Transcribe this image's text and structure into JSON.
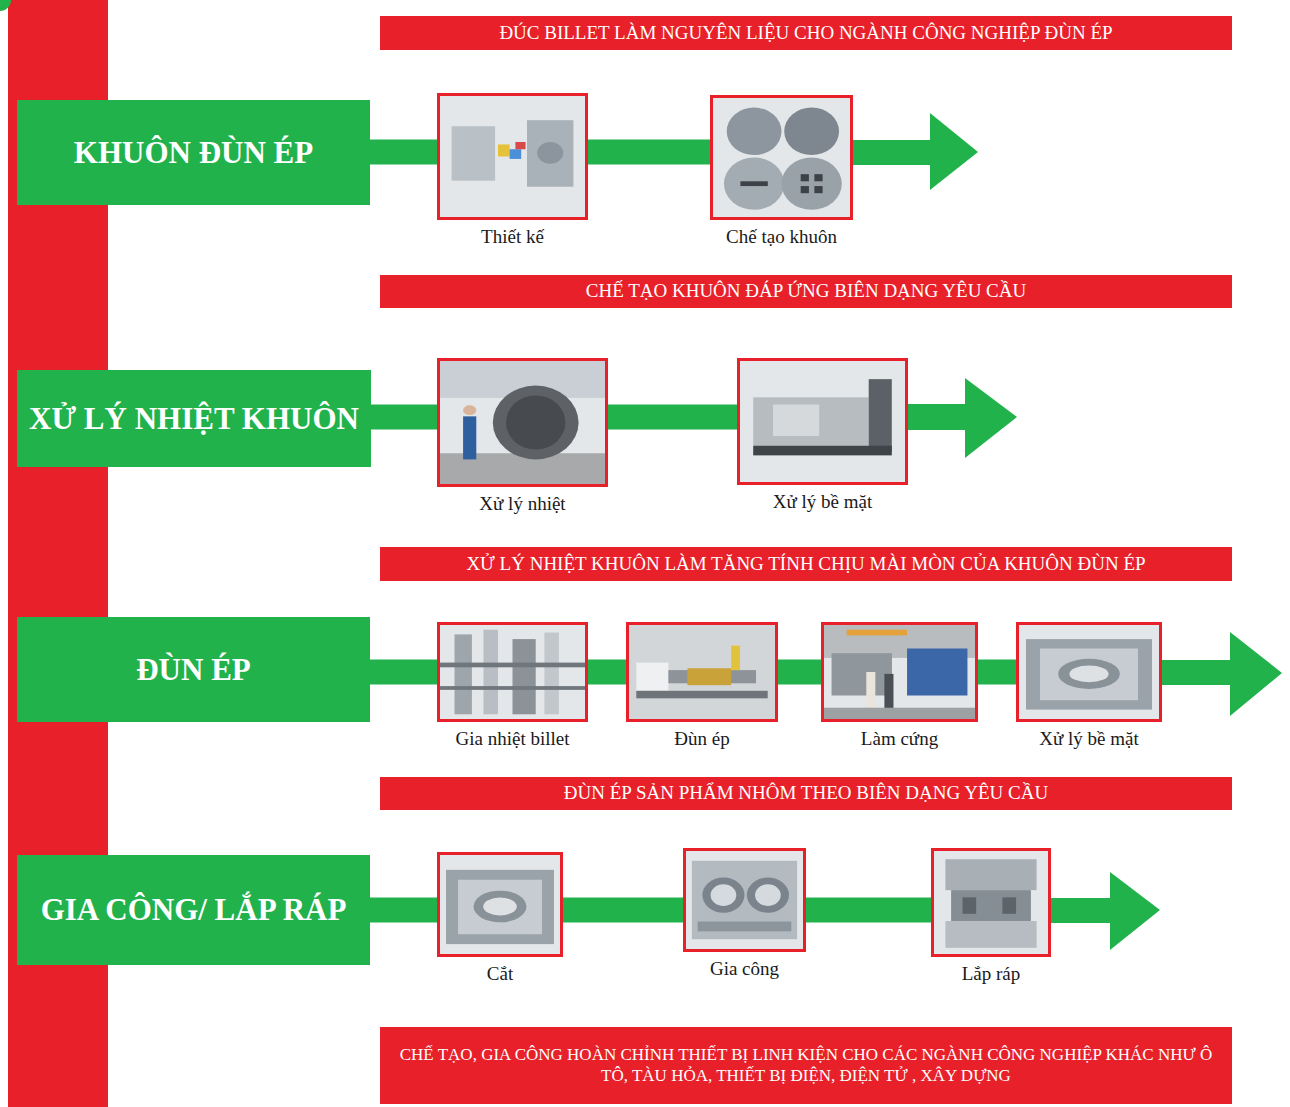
{
  "diagram": {
    "nodes": [
      {
        "text": [
          "ĐÚC BILLET LÀM NGUYÊN LIỆU CHO NGÀNH CÔNG NGHIỆP ĐÙN ÉP"
        ]
      },
      {
        "text": [
          "KHUÔN ĐÙN ÉP"
        ]
      },
      {
        "text": [
          "Thiết kế"
        ]
      },
      {
        "text": [
          "Chế tạo khuôn"
        ]
      },
      {
        "text": [
          "CHẾ TẠO KHUÔN ĐÁP ỨNG BIÊN DẠNG YÊU CẦU"
        ]
      },
      {
        "text": [
          "XỬ LÝ NHIỆT KHUÔN"
        ]
      },
      {
        "text": [
          "Xử lý nhiệt"
        ]
      },
      {
        "text": [
          "Xử lý bề mặt"
        ]
      },
      {
        "text": [
          "XỬ LÝ NHIỆT KHUÔN LÀM TĂNG TÍNH CHỊU MÀI MÒN CỦA KHUÔN ĐÙN ÉP"
        ]
      },
      {
        "text": [
          "ĐÙN ÉP"
        ]
      },
      {
        "text": [
          "Gia nhiệt billet"
        ]
      },
      {
        "text": [
          "Đùn ép"
        ]
      },
      {
        "text": [
          "Làm cứng"
        ]
      },
      {
        "text": [
          "Xử lý bề mặt"
        ]
      },
      {
        "text": [
          "ĐÙN ÉP SẢN PHẨM NHÔM THEO BIÊN DẠNG YÊU CẦU"
        ]
      },
      {
        "text": [
          "GIA CÔNG/ LẮP RÁP"
        ]
      },
      {
        "text": [
          "Cắt"
        ]
      },
      {
        "text": [
          "Gia công"
        ]
      },
      {
        "text": [
          "Lắp ráp"
        ]
      },
      {
        "text": [
          "CHẾ TẠO, GIA CÔNG HOÀN CHỈNH THIẾT BỊ LINH KIỆN CHO CÁC NGÀNH CÔNG NGHIỆP KHÁC NHƯ Ô TÔ, TÀU HỎA, THIẾT BỊ ĐIỆN, ĐIỆN TỬ , XÂY DỰNG"
        ]
      }
    ],
    "edges": [
      {
        "from": 1,
        "to": 2,
        "arrow": "none"
      },
      {
        "from": 2,
        "to": 3,
        "arrow": "none"
      },
      {
        "from": 5,
        "to": 6,
        "arrow": "none"
      },
      {
        "from": 6,
        "to": 7,
        "arrow": "none"
      },
      {
        "from": 9,
        "to": 10,
        "arrow": "none"
      },
      {
        "from": 10,
        "to": 11,
        "arrow": "none"
      },
      {
        "from": 11,
        "to": 12,
        "arrow": "none"
      },
      {
        "from": 12,
        "to": 13,
        "arrow": "none"
      },
      {
        "from": 15,
        "to": 16,
        "arrow": "none"
      },
      {
        "from": 16,
        "to": 17,
        "arrow": "none"
      },
      {
        "from": 17,
        "to": 18,
        "arrow": "none"
      }
    ]
  }
}
